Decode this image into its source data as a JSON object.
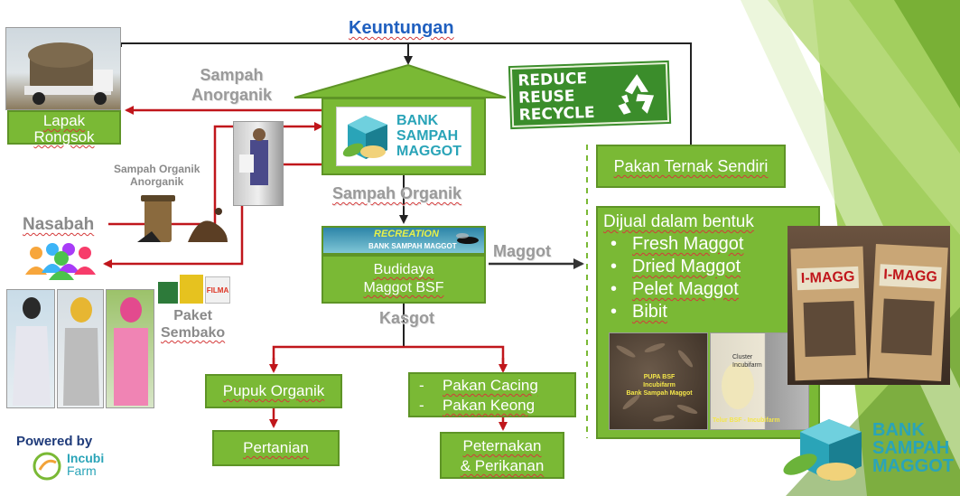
{
  "diagram": {
    "keuntungan": "Keuntungan",
    "sampah_anorganik": [
      "Sampah",
      "Anorganik"
    ],
    "lapak_rongsok": [
      "Lapak",
      "Rongsok"
    ],
    "sampah_organik_anorganik": [
      "Sampah Organik",
      "Anorganik"
    ],
    "nasabah": "Nasabah",
    "paket_sembako": [
      "Paket",
      "Sembako"
    ],
    "sampah_organik": "Sampah Organik",
    "bsf_banner": [
      "RECREATION",
      "BANK SAMPAH MAGGOT"
    ],
    "budidaya": [
      "Budidaya",
      "Maggot BSF"
    ],
    "maggot": "Maggot",
    "kasgot": "Kasgot",
    "pupuk_organik": "Pupuk Organik",
    "pertanian": "Pertanian",
    "pakan_cacing": "Pakan Cacing",
    "pakan_keong": "Pakan Keong",
    "dash": "-",
    "peternakan": [
      "Peternakan",
      "& Perikanan"
    ],
    "pakan_ternak": "Pakan Ternak Sendiri",
    "dijual_title": "Dijual dalam bentuk",
    "dijual_items": [
      "Fresh Maggot",
      "Dried Maggot",
      "Pelet Maggot",
      "Bibit"
    ],
    "reduce_text": [
      "REDUCE",
      "REUSE",
      "RECYCLE"
    ],
    "logo_center": [
      "BANK",
      "SAMPAH",
      "MAGGOT"
    ],
    "logo_corner": [
      "BANK",
      "SAMPAH",
      "MAGGOT"
    ],
    "powered_by": "Powered by",
    "incubi": [
      "Incubi",
      "Farm"
    ],
    "product_label": "I-MAGG",
    "pupa_label": [
      "PUPA BSF",
      "Incubifarm",
      "Bank Sampah Maggot"
    ],
    "telur_label": "Telur BSF - Incubifarm",
    "cluster_label": [
      "Cluster",
      "Incubifarm"
    ],
    "sembako_label": "FILMA"
  },
  "colors": {
    "green_box": "#7ab935",
    "green_border": "#5e9426",
    "arrow_red": "#c0161b",
    "title_blue": "#1f5fbf",
    "label_gray": "#9a9a9a"
  }
}
